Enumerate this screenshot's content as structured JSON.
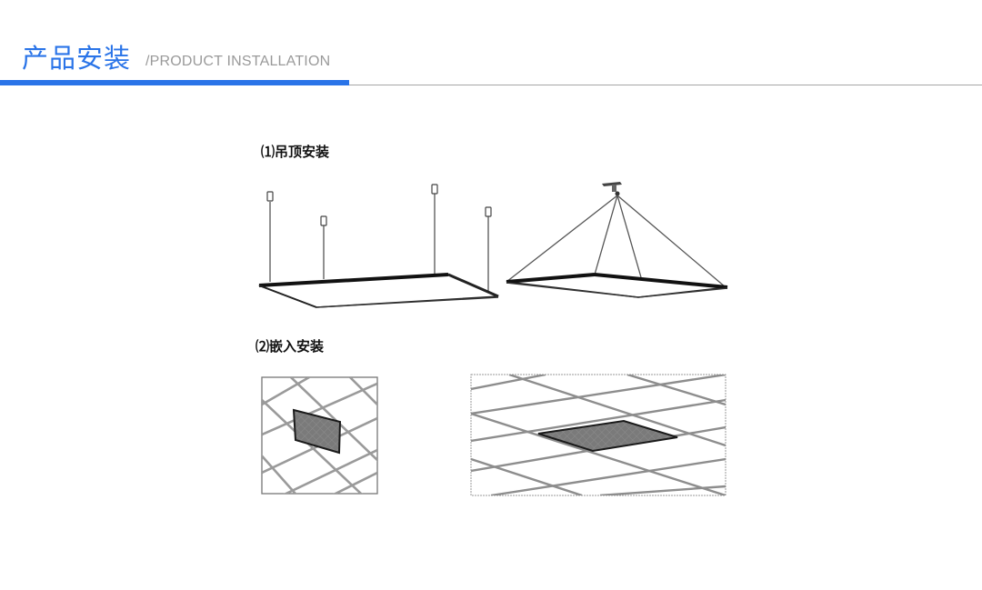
{
  "header": {
    "title_cn": "产品安装",
    "title_en": "/PRODUCT INSTALLATION",
    "accent_color": "#2a74e8",
    "rule_color": "#a6a6a6"
  },
  "sections": [
    {
      "label": "⑴吊顶安装",
      "illustrations": [
        "four-wire-suspended-panel",
        "single-point-pyramid-suspended-panel"
      ]
    },
    {
      "label": "⑵嵌入安装",
      "illustrations": [
        "recessed-panel-in-ceiling-grid-small",
        "recessed-panel-in-ceiling-grid-wide"
      ]
    }
  ]
}
